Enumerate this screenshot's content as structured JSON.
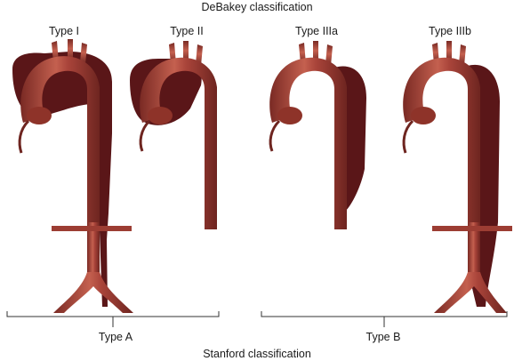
{
  "top_title": "DeBakey classification",
  "types": {
    "type1": "Type I",
    "type2": "Type II",
    "type3a": "Type IIIa",
    "type3b": "Type IIIb"
  },
  "brackets": {
    "a": "Type A",
    "b": "Type B"
  },
  "bottom_title": "Stanford classification",
  "colors": {
    "aorta_base": "#a9443a",
    "aorta_dark": "#7a2a24",
    "aorta_light": "#d98a7a",
    "dissection": "#5a1618",
    "bracket_line": "#333333"
  }
}
